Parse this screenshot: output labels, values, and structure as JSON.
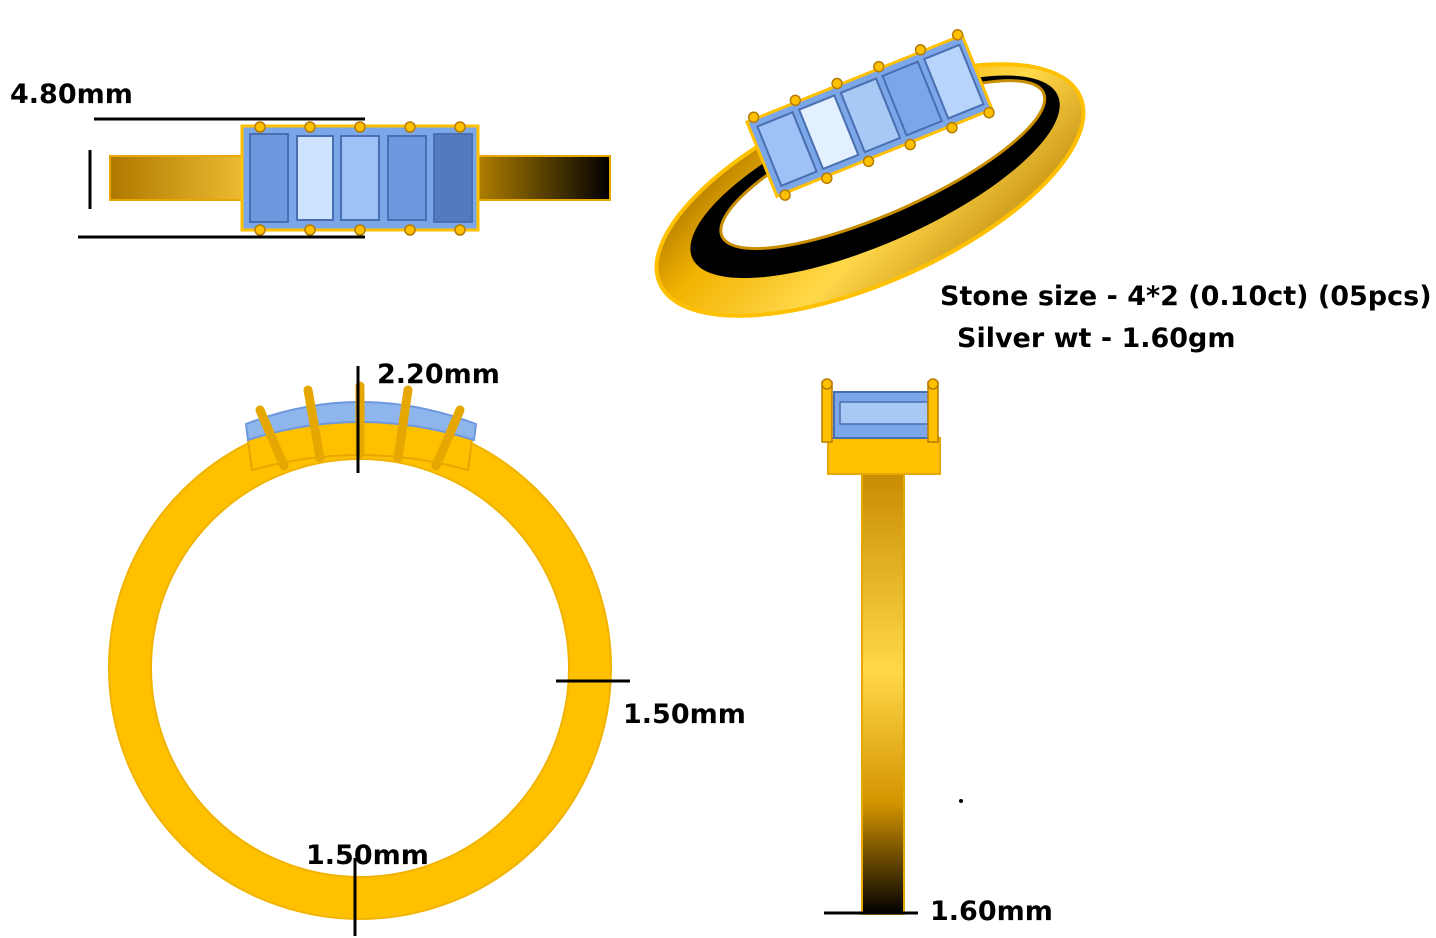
{
  "dimensions": {
    "top_width": "4.80mm",
    "stone_height": "2.20mm",
    "side_thickness": "1.50mm",
    "bottom_thickness": "1.50mm",
    "band_width": "1.60mm"
  },
  "specs": {
    "stone_size": "Stone size - 4*2 (0.10ct) (05pcs)",
    "silver_weight": "Silver wt - 1.60gm"
  },
  "colors": {
    "gold": "#FFC000",
    "gold_light": "#FFD24A",
    "gold_dark": "#B57A00",
    "gold_outline": "#E6A800",
    "stone": "#7BA7E8",
    "stone_light": "#CDE3FF",
    "stone_dark": "#4A6FB0",
    "black": "#000000"
  }
}
